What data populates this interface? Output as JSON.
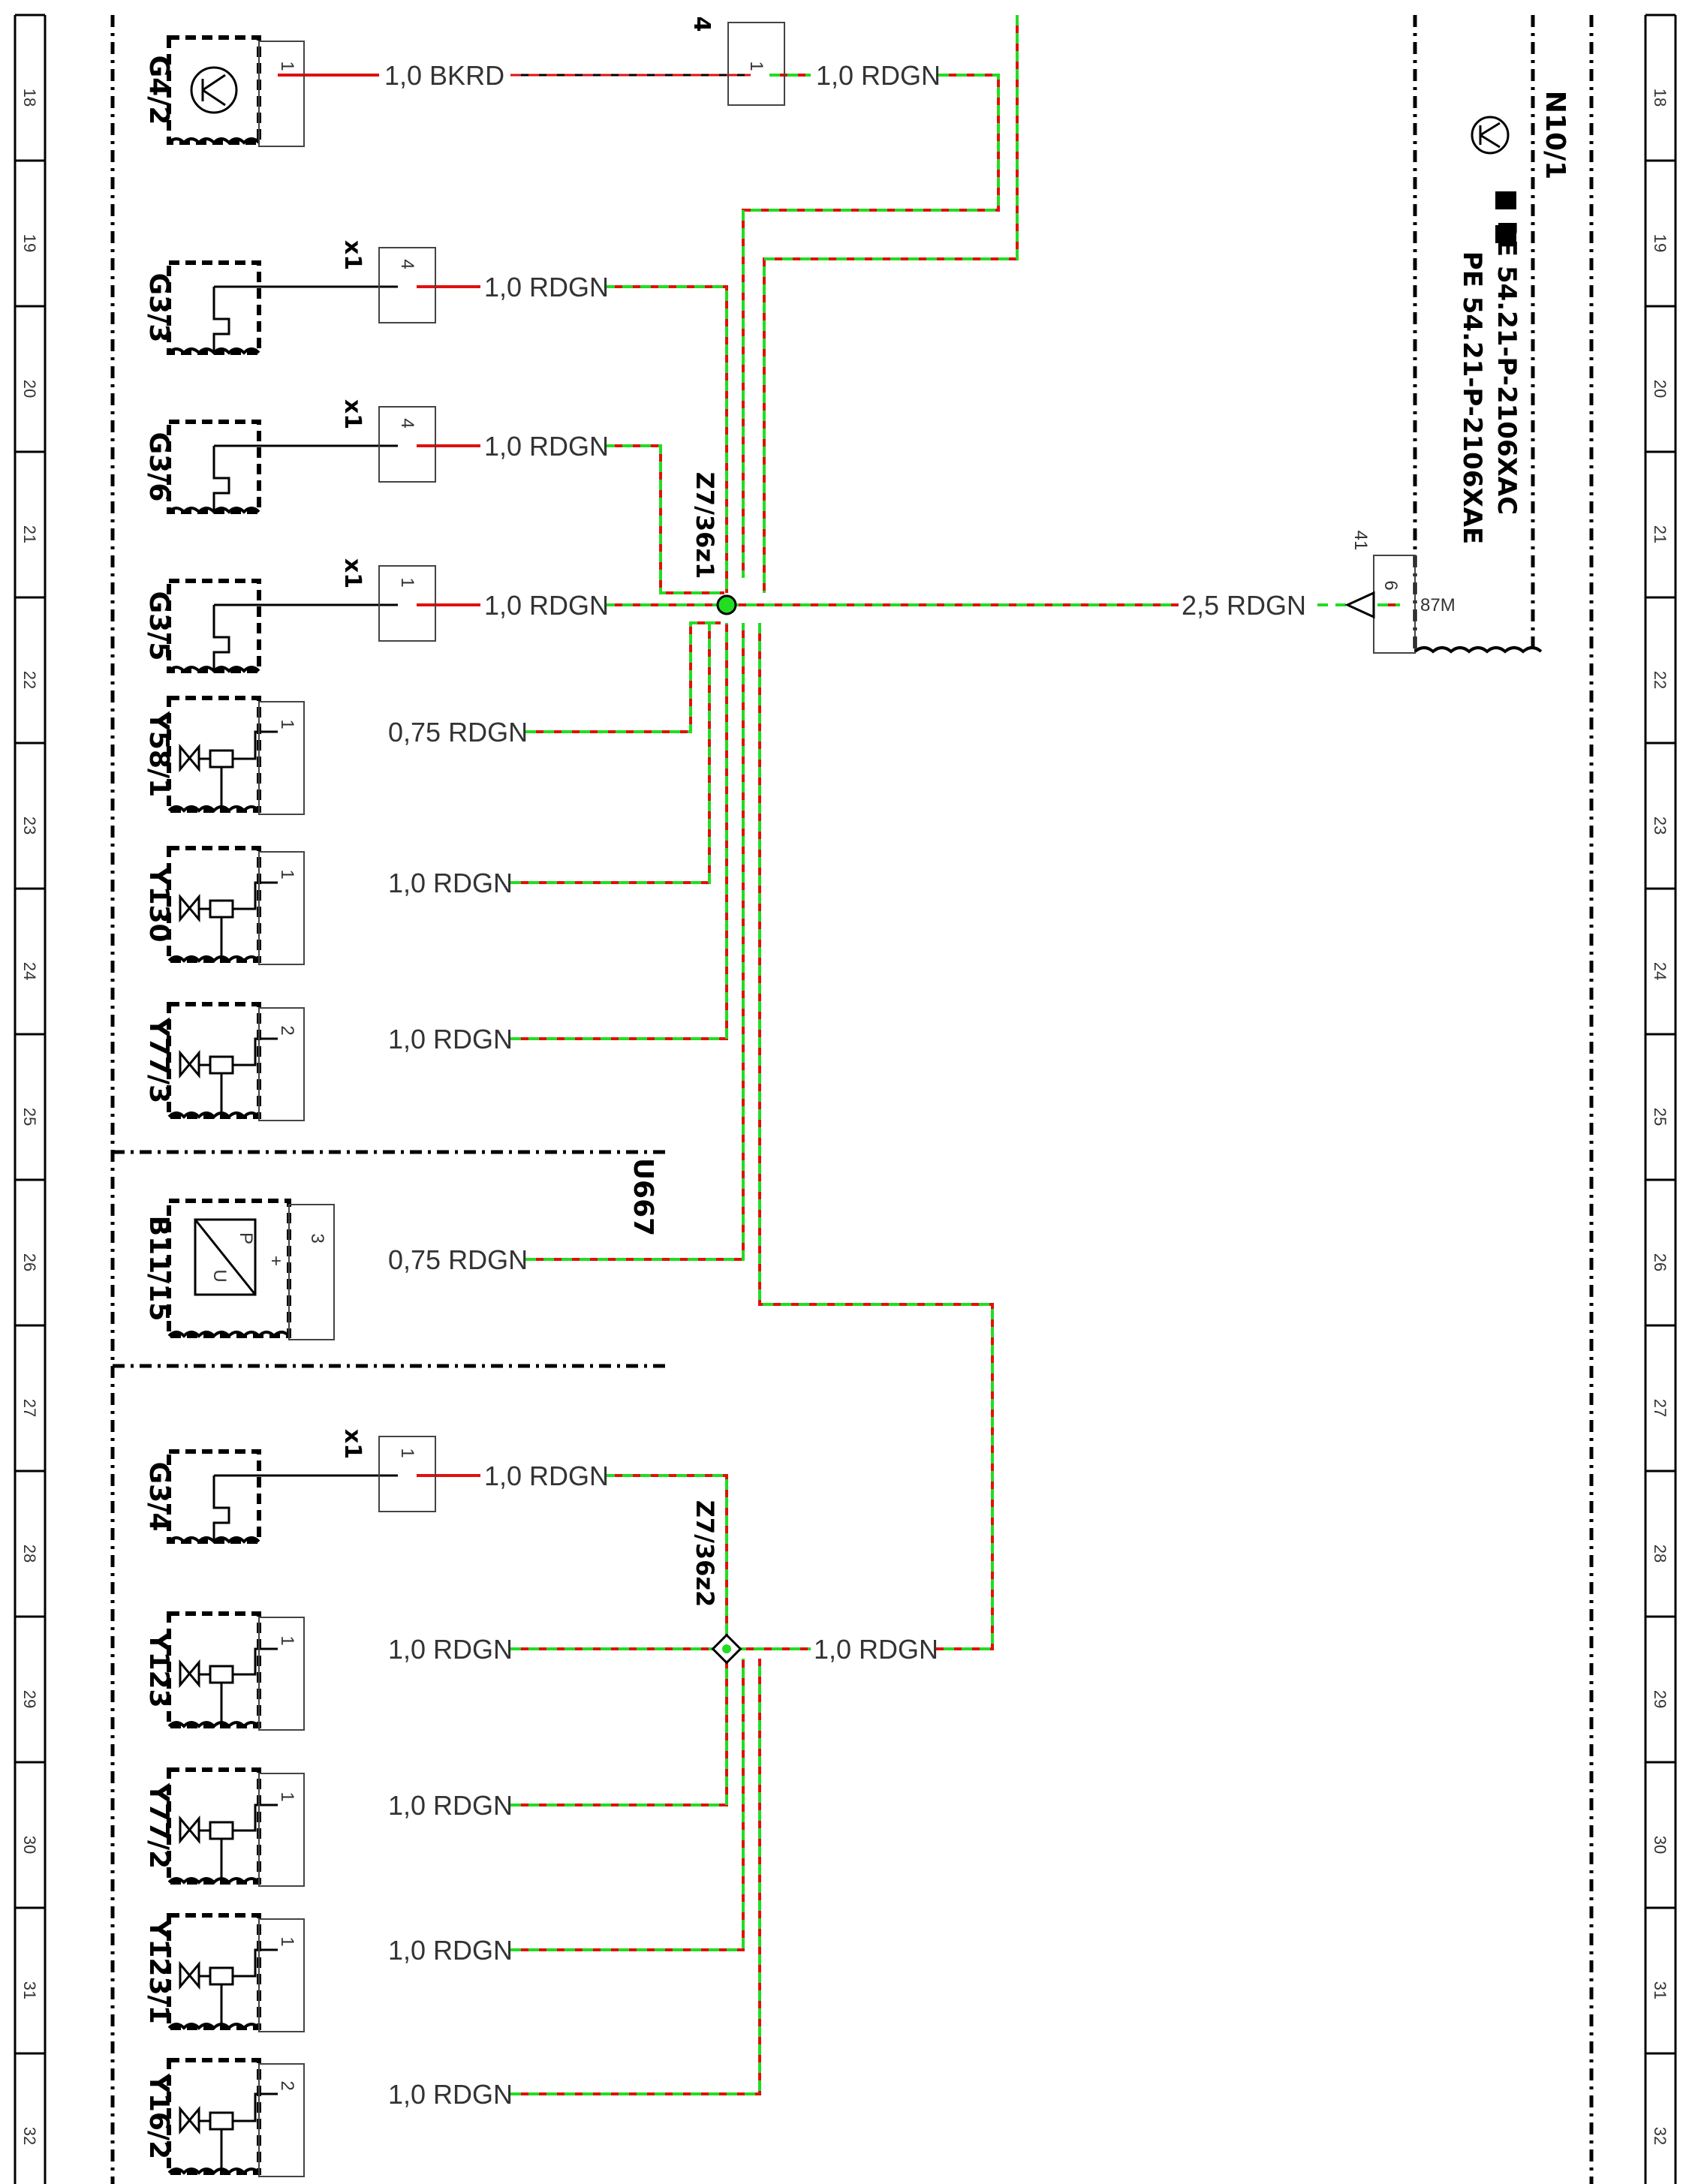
{
  "ruler": {
    "left": [
      "18",
      "19",
      "20",
      "21",
      "22",
      "23",
      "24",
      "25",
      "26",
      "27",
      "28",
      "29",
      "30",
      "31",
      "32"
    ],
    "right": [
      "18",
      "19",
      "20",
      "21",
      "22",
      "23",
      "24",
      "25",
      "26",
      "27",
      "28",
      "29",
      "30",
      "31",
      "32"
    ]
  },
  "components": {
    "g4_2": "G4/2",
    "g3_3": "G3/3",
    "g3_6": "G3/6",
    "g3_5": "G3/5",
    "y58_1": "Y58/1",
    "y130": "Y130",
    "y77_3": "Y77/3",
    "b11_15": "B11/15",
    "g3_4": "G3/4",
    "y123": "Y123",
    "y77_2": "Y77/2",
    "y123_1": "Y123/1",
    "y16_2": "Y16/2",
    "n10_1": "N10/1",
    "u667": "U667"
  },
  "references": {
    "ref1": "PE 54.21-P-2106XAC",
    "ref2": "PE 54.21-P-2106XAE"
  },
  "splices": {
    "z1": "Z7/36z1",
    "z2": "Z7/36z2"
  },
  "connectors": {
    "x1": "x1",
    "four": "4",
    "forty_one": "41"
  },
  "pins": {
    "p1": "1",
    "p2": "2",
    "p3": "3",
    "p4": "4",
    "p6": "6",
    "p87m": "87M",
    "plus": "+",
    "sensor_p": "P",
    "sensor_u": "U"
  },
  "wires": {
    "w_bkrd": "1,0 BKRD",
    "w_g4_out": "1,0 RDGN",
    "w_g3_3": "1,0 RDGN",
    "w_g3_6": "1,0 RDGN",
    "w_g3_5": "1,0 RDGN",
    "w_y58_1": "0,75 RDGN",
    "w_y130": "1,0 RDGN",
    "w_y77_3": "1,0 RDGN",
    "w_n10": "2,5 RDGN",
    "w_b11": "0,75 RDGN",
    "w_g3_4": "1,0 RDGN",
    "w_y123": "1,0 RDGN",
    "w_z2_out": "1,0 RDGN",
    "w_y77_2": "1,0 RDGN",
    "w_y123_1": "1,0 RDGN",
    "w_y16_2": "1,0 RDGN"
  },
  "colors": {
    "red": "#e01010",
    "green": "#22dd22",
    "black": "#000000"
  }
}
